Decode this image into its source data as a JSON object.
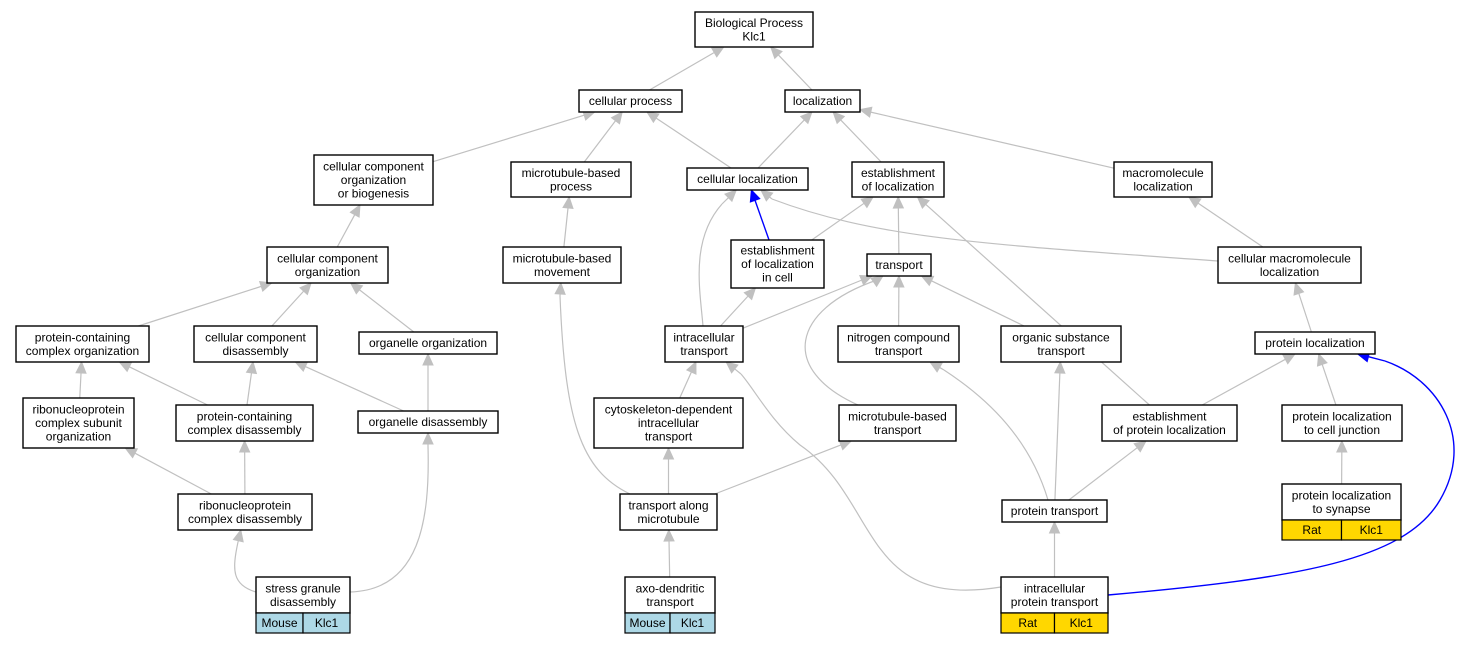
{
  "colors": {
    "edge": "#c0c0c0",
    "highlight_edge": "#0000ff",
    "mouse_annotation": "#add8e6",
    "rat_annotation": "#ffd700"
  },
  "nodes": {
    "root": [
      "Biological Process",
      "Klc1"
    ],
    "cellular_process": [
      "cellular process"
    ],
    "localization": [
      "localization"
    ],
    "ccob": [
      "cellular component",
      "organization",
      "or biogenesis"
    ],
    "mt_process": [
      "microtubule-based",
      "process"
    ],
    "cellular_localization": [
      "cellular localization"
    ],
    "establishment_localization": [
      "establishment",
      "of localization"
    ],
    "macromolecule_localization": [
      "macromolecule",
      "localization"
    ],
    "cc_organization": [
      "cellular component",
      "organization"
    ],
    "mt_movement": [
      "microtubule-based",
      "movement"
    ],
    "establishment_in_cell": [
      "establishment",
      "of localization",
      "in cell"
    ],
    "transport": [
      "transport"
    ],
    "cellular_macromolecule_localization": [
      "cellular macromolecule",
      "localization"
    ],
    "pc_organization": [
      "protein-containing",
      "complex organization"
    ],
    "cc_disassembly": [
      "cellular component",
      "disassembly"
    ],
    "organelle_organization": [
      "organelle organization"
    ],
    "intracellular_transport": [
      "intracellular",
      "transport"
    ],
    "nitrogen_transport": [
      "nitrogen compound",
      "transport"
    ],
    "organic_transport": [
      "organic substance",
      "transport"
    ],
    "protein_localization": [
      "protein localization"
    ],
    "rnp_organization": [
      "ribonucleoprotein",
      "complex subunit",
      "organization"
    ],
    "pc_disassembly": [
      "protein-containing",
      "complex disassembly"
    ],
    "organelle_disassembly": [
      "organelle disassembly"
    ],
    "cytoskeleton_transport": [
      "cytoskeleton-dependent",
      "intracellular",
      "transport"
    ],
    "mt_transport": [
      "microtubule-based",
      "transport"
    ],
    "establishment_protein_localization": [
      "establishment",
      "of protein localization"
    ],
    "protein_loc_junction": [
      "protein localization",
      "to cell junction"
    ],
    "rnp_disassembly": [
      "ribonucleoprotein",
      "complex disassembly"
    ],
    "transport_along_mt": [
      "transport along",
      "microtubule"
    ],
    "protein_transport": [
      "protein transport"
    ],
    "protein_loc_synapse": [
      "protein localization",
      "to synapse"
    ],
    "stress_granule": [
      "stress granule",
      "disassembly"
    ],
    "axo_dendritic": [
      "axo-dendritic",
      "transport"
    ],
    "intracellular_protein_transport": [
      "intracellular",
      "protein transport"
    ]
  },
  "annotations": {
    "protein_loc_synapse": [
      "Rat",
      "Klc1"
    ],
    "stress_granule": [
      "Mouse",
      "Klc1"
    ],
    "axo_dendritic": [
      "Mouse",
      "Klc1"
    ],
    "intracellular_protein_transport": [
      "Rat",
      "Klc1"
    ]
  },
  "edges": [
    [
      "cellular_process",
      "root"
    ],
    [
      "localization",
      "root"
    ],
    [
      "ccob",
      "cellular_process"
    ],
    [
      "mt_process",
      "cellular_process"
    ],
    [
      "cellular_localization",
      "cellular_process"
    ],
    [
      "cellular_localization",
      "localization"
    ],
    [
      "establishment_localization",
      "localization"
    ],
    [
      "macromolecule_localization",
      "localization"
    ],
    [
      "cc_organization",
      "ccob"
    ],
    [
      "mt_movement",
      "mt_process"
    ],
    [
      "establishment_in_cell",
      "cellular_localization"
    ],
    [
      "establishment_in_cell",
      "establishment_localization"
    ],
    [
      "transport",
      "establishment_localization"
    ],
    [
      "cellular_macromolecule_localization",
      "cellular_localization"
    ],
    [
      "cellular_macromolecule_localization",
      "macromolecule_localization"
    ],
    [
      "pc_organization",
      "cc_organization"
    ],
    [
      "cc_disassembly",
      "cc_organization"
    ],
    [
      "organelle_organization",
      "cc_organization"
    ],
    [
      "intracellular_transport",
      "cellular_localization"
    ],
    [
      "intracellular_transport",
      "establishment_in_cell"
    ],
    [
      "intracellular_transport",
      "transport"
    ],
    [
      "nitrogen_transport",
      "transport"
    ],
    [
      "organic_transport",
      "transport"
    ],
    [
      "protein_localization",
      "cellular_macromolecule_localization"
    ],
    [
      "rnp_organization",
      "pc_organization"
    ],
    [
      "pc_disassembly",
      "pc_organization"
    ],
    [
      "pc_disassembly",
      "cc_disassembly"
    ],
    [
      "organelle_disassembly",
      "cc_disassembly"
    ],
    [
      "organelle_disassembly",
      "organelle_organization"
    ],
    [
      "cytoskeleton_transport",
      "intracellular_transport"
    ],
    [
      "mt_transport",
      "transport"
    ],
    [
      "establishment_protein_localization",
      "establishment_localization"
    ],
    [
      "establishment_protein_localization",
      "protein_localization"
    ],
    [
      "protein_loc_junction",
      "protein_localization"
    ],
    [
      "rnp_disassembly",
      "rnp_organization"
    ],
    [
      "rnp_disassembly",
      "pc_disassembly"
    ],
    [
      "transport_along_mt",
      "mt_movement"
    ],
    [
      "transport_along_mt",
      "cytoskeleton_transport"
    ],
    [
      "transport_along_mt",
      "mt_transport"
    ],
    [
      "protein_transport",
      "nitrogen_transport"
    ],
    [
      "protein_transport",
      "organic_transport"
    ],
    [
      "protein_transport",
      "establishment_protein_localization"
    ],
    [
      "protein_loc_synapse",
      "protein_loc_junction"
    ],
    [
      "stress_granule",
      "rnp_disassembly"
    ],
    [
      "stress_granule",
      "organelle_disassembly"
    ],
    [
      "axo_dendritic",
      "transport_along_mt"
    ],
    [
      "intracellular_protein_transport",
      "intracellular_transport"
    ],
    [
      "intracellular_protein_transport",
      "protein_transport"
    ],
    [
      "intracellular_protein_transport",
      "protein_localization"
    ]
  ],
  "highlighted_edges": [
    [
      "establishment_in_cell",
      "cellular_localization"
    ],
    [
      "intracellular_protein_transport",
      "protein_localization"
    ]
  ]
}
